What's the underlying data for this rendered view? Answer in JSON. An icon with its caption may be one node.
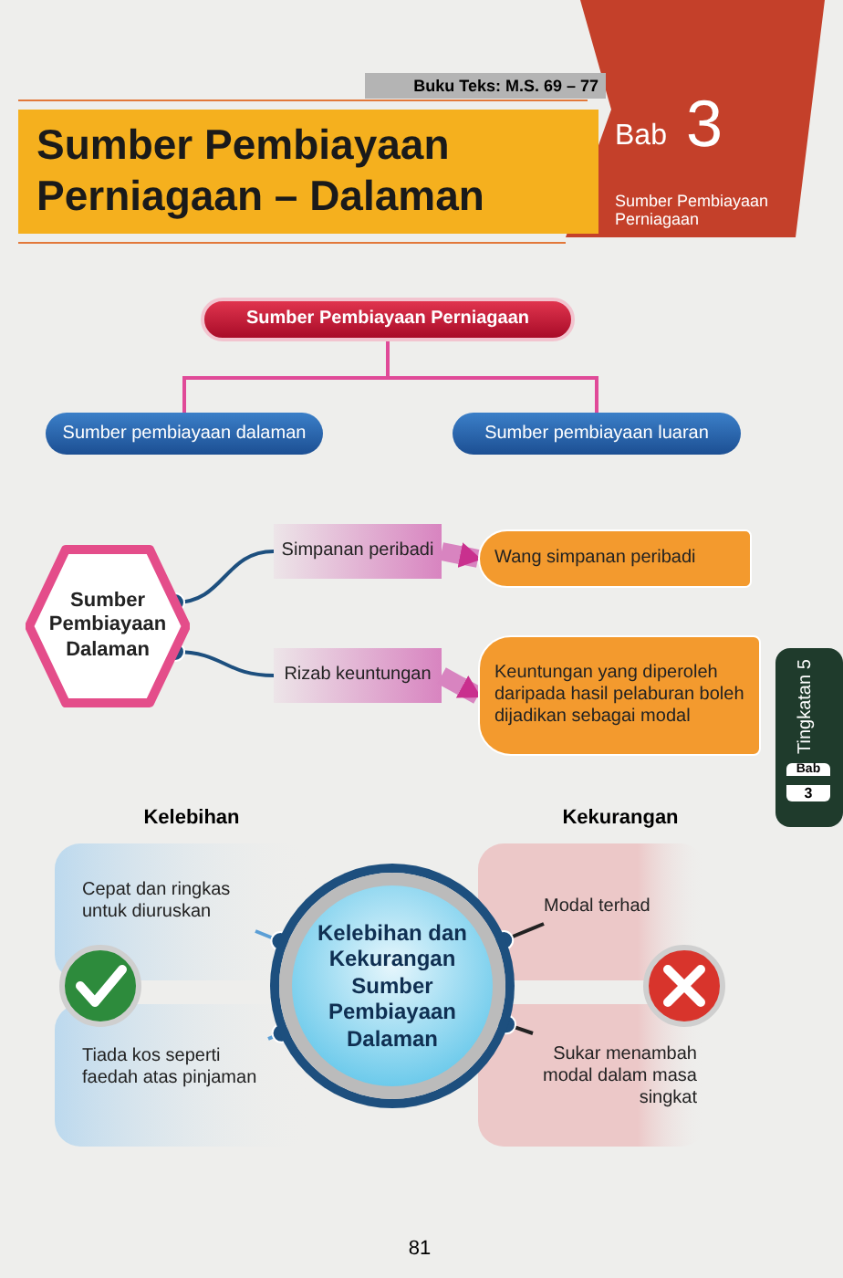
{
  "diagram": {
    "title": "Sumber Pembiayaan Perniagaan – Dalaman",
    "nodes": [
      {
        "text": [
          "Sumber Pembiayaan Perniagaan"
        ]
      },
      {
        "text": [
          "Sumber pembiayaan dalaman"
        ]
      },
      {
        "text": [
          "Sumber pembiayaan luaran"
        ]
      },
      {
        "text": [
          "Sumber Pembiayaan Dalaman"
        ]
      },
      {
        "text": [
          "Simpanan peribadi"
        ]
      },
      {
        "text": [
          "Wang simpanan peribadi"
        ]
      },
      {
        "text": [
          "Rizab keuntungan"
        ]
      },
      {
        "text": [
          "Keuntungan yang diperoleh daripada hasil pelaburan boleh dijadikan sebagai modal"
        ]
      },
      {
        "text": [
          "Kelebihan dan Kekurangan Sumber Pembiayaan Dalaman"
        ]
      },
      {
        "text": [
          "Cepat dan ringkas untuk diuruskan"
        ]
      },
      {
        "text": [
          "Tiada kos seperti faedah atas pinjaman"
        ]
      },
      {
        "text": [
          "Modal terhad"
        ]
      },
      {
        "text": [
          "Sukar menambah modal dalam masa singkat"
        ]
      }
    ],
    "edges": [
      {
        "from": 0,
        "to": 1,
        "arrow": "none",
        "color": "#e04a98"
      },
      {
        "from": 0,
        "to": 2,
        "arrow": "none",
        "color": "#e04a98"
      },
      {
        "from": 3,
        "to": 4,
        "arrow": "other",
        "color": "#1d4f7e"
      },
      {
        "from": 3,
        "to": 6,
        "arrow": "other",
        "color": "#1d4f7e"
      },
      {
        "from": 4,
        "to": 5,
        "arrow": "to",
        "style": "thick",
        "color": "#d884c0"
      },
      {
        "from": 6,
        "to": 7,
        "arrow": "to",
        "style": "thick",
        "color": "#d884c0"
      },
      {
        "from": 8,
        "to": 9,
        "arrow": "other",
        "color": "#5b9fd6"
      },
      {
        "from": 8,
        "to": 10,
        "arrow": "other",
        "color": "#5b9fd6"
      },
      {
        "from": 8,
        "to": 11,
        "arrow": "other",
        "color": "#222222"
      },
      {
        "from": 8,
        "to": 12,
        "arrow": "other",
        "color": "#222222"
      }
    ],
    "labels": [
      "Buku Teks: M.S. 69 – 77",
      "Bab",
      "3",
      "Sumber Pembiayaan Perniagaan",
      "Tingkatan 5",
      "Bab",
      "3",
      "Kelebihan",
      "Kekurangan",
      "81"
    ]
  }
}
